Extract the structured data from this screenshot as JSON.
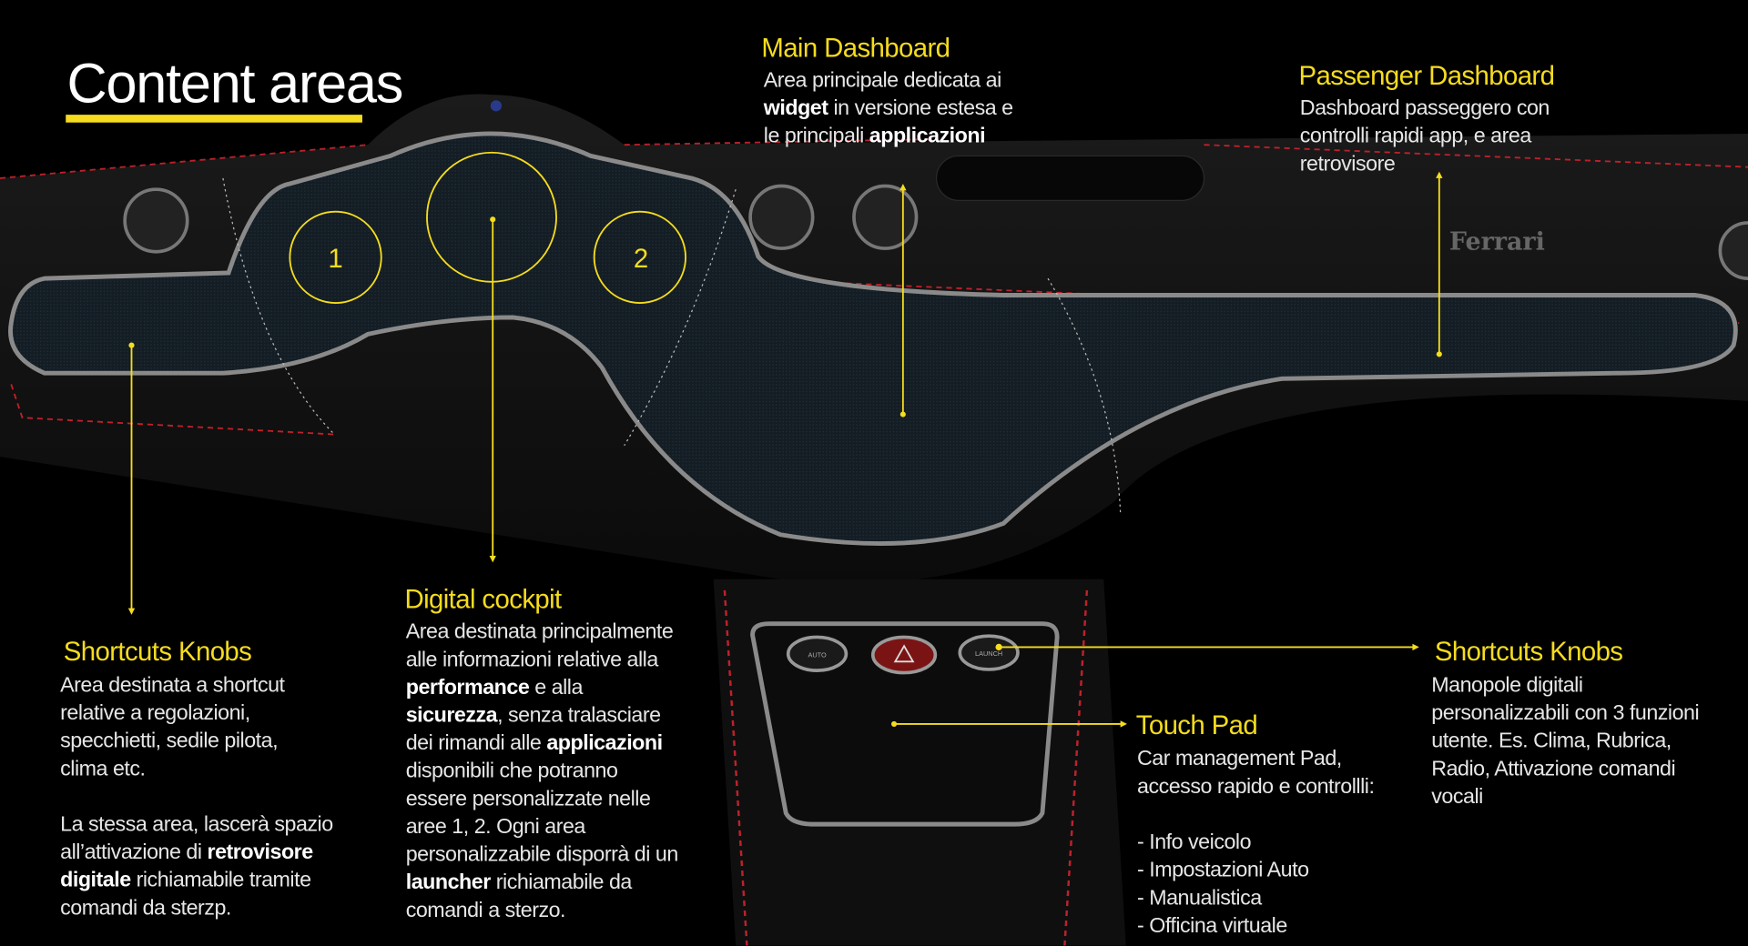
{
  "title": "Content areas",
  "colors": {
    "accent": "#f5dc1e",
    "stitch": "#c0202a",
    "screen": "#17222a"
  },
  "gauges": {
    "left": "1",
    "right": "2"
  },
  "buttons": {
    "auto": "AUTO",
    "launch": "LAUNCH",
    "hazard_icon": "warning-triangle-icon"
  },
  "brand": "Ferrari",
  "sections": {
    "main_dashboard": {
      "heading": "Main Dashboard",
      "lines": [
        [
          {
            "t": "Area principale dedicata ai"
          }
        ],
        [
          {
            "t": "widget",
            "b": true
          },
          {
            "t": " in versione estesa e"
          }
        ],
        [
          {
            "t": "le principali "
          },
          {
            "t": "applicazioni",
            "b": true
          }
        ]
      ]
    },
    "passenger_dashboard": {
      "heading": "Passenger Dashboard",
      "lines": [
        [
          {
            "t": "Dashboard passeggero con"
          }
        ],
        [
          {
            "t": "controlli rapidi app, e area"
          }
        ],
        [
          {
            "t": "retrovisore"
          }
        ]
      ]
    },
    "shortcuts_left": {
      "heading": "Shortcuts Knobs",
      "lines": [
        [
          {
            "t": "Area destinata a shortcut"
          }
        ],
        [
          {
            "t": "relative a regolazioni,"
          }
        ],
        [
          {
            "t": "specchietti, sedile pilota,"
          }
        ],
        [
          {
            "t": "clima etc."
          }
        ],
        [],
        [
          {
            "t": "La stessa area, lascerà spazio"
          }
        ],
        [
          {
            "t": "all’attivazione di "
          },
          {
            "t": "retrovisore",
            "b": true
          }
        ],
        [
          {
            "t": "digitale",
            "b": true
          },
          {
            "t": " richiamabile tramite"
          }
        ],
        [
          {
            "t": "comandi da sterzp."
          }
        ]
      ]
    },
    "digital_cockpit": {
      "heading": "Digital cockpit",
      "lines": [
        [
          {
            "t": "Area destinata principalmente"
          }
        ],
        [
          {
            "t": "alle informazioni relative alla"
          }
        ],
        [
          {
            "t": "performance",
            "b": true
          },
          {
            "t": " e alla"
          }
        ],
        [
          {
            "t": "sicurezza",
            "b": true
          },
          {
            "t": ", senza tralasciare"
          }
        ],
        [
          {
            "t": "dei rimandi alle "
          },
          {
            "t": "applicazioni",
            "b": true
          }
        ],
        [
          {
            "t": "disponibili che potranno"
          }
        ],
        [
          {
            "t": "essere personalizzate nelle"
          }
        ],
        [
          {
            "t": "aree 1, 2. Ogni area"
          }
        ],
        [
          {
            "t": "personalizzabile disporrà di un"
          }
        ],
        [
          {
            "t": "launcher",
            "b": true
          },
          {
            "t": " richiamabile da"
          }
        ],
        [
          {
            "t": "comandi a sterzo."
          }
        ]
      ]
    },
    "touch_pad": {
      "heading": "Touch Pad",
      "lines": [
        [
          {
            "t": "Car management Pad,"
          }
        ],
        [
          {
            "t": "accesso rapido e controllli:"
          }
        ],
        [],
        [
          {
            "t": "- Info veicolo"
          }
        ],
        [
          {
            "t": "- Impostazioni Auto"
          }
        ],
        [
          {
            "t": "- Manualistica"
          }
        ],
        [
          {
            "t": "- Officina virtuale"
          }
        ]
      ]
    },
    "shortcuts_right": {
      "heading": "Shortcuts Knobs",
      "lines": [
        [
          {
            "t": "Manopole digitali"
          }
        ],
        [
          {
            "t": "personalizzabili con 3 funzioni"
          }
        ],
        [
          {
            "t": "utente. Es. Clima, Rubrica,"
          }
        ],
        [
          {
            "t": "Radio, Attivazione comandi"
          }
        ],
        [
          {
            "t": "vocali"
          }
        ]
      ]
    }
  }
}
